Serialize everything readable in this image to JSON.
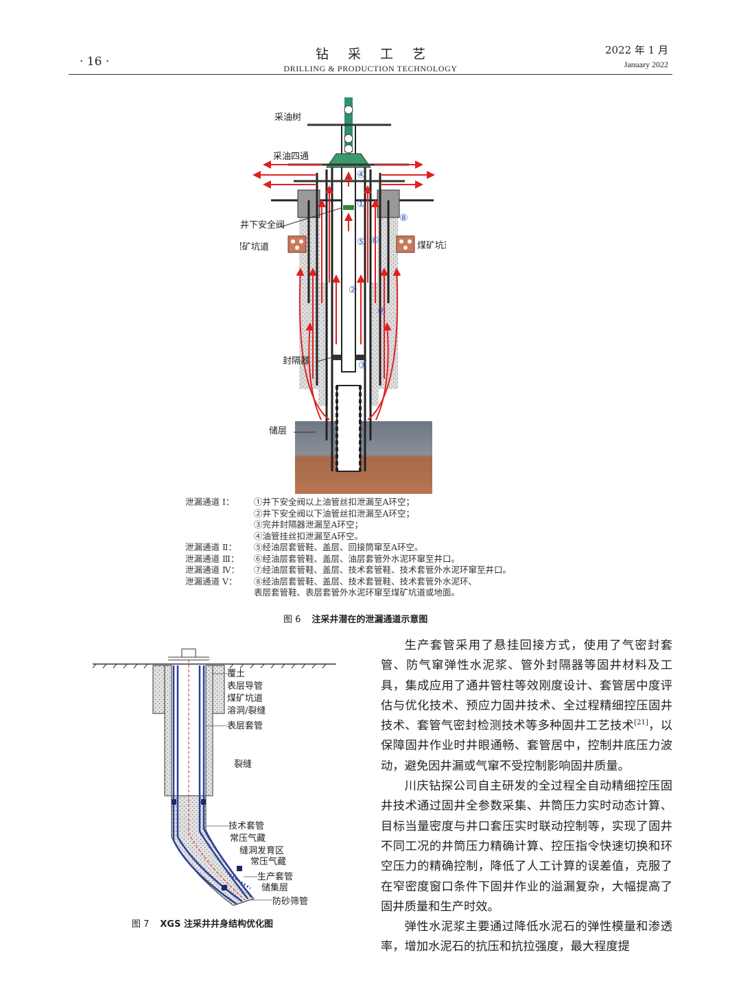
{
  "header": {
    "page_number": "· 16 ·",
    "journal_cn": "钻采工艺",
    "journal_en": "DRILLING & PRODUCTION TECHNOLOGY",
    "date_cn": "2022 年 1 月",
    "date_en": "January 2022"
  },
  "figure6": {
    "labels": {
      "tree": "采油树",
      "cross": "采油四通",
      "safety_valve": "井下安全阀",
      "mine_left": "煤矿坑道",
      "mine_right": "煤矿坑道",
      "packer": "封隔器",
      "reservoir": "储层"
    },
    "markers": [
      "①",
      "②",
      "③",
      "④",
      "⑤",
      "⑥",
      "⑦",
      "⑧"
    ],
    "legend": [
      {
        "label": "泄漏通道 Ⅰ：",
        "text": "①井下安全阀以上油管丝扣泄漏至A环空；"
      },
      {
        "label": "",
        "text": "②井下安全阀以下油管丝扣泄漏至A环空；"
      },
      {
        "label": "",
        "text": "③完井封隔器泄漏至A环空；"
      },
      {
        "label": "",
        "text": "④油管挂丝扣泄漏至A环空。"
      },
      {
        "label": "泄漏通道 Ⅱ：",
        "text": "⑤经油层套管鞋、盖层、回接筒窜至A环空。"
      },
      {
        "label": "泄漏通道 Ⅲ：",
        "text": "⑥经油层套管鞋、盖层、油层套管外水泥环窜至井口。"
      },
      {
        "label": "泄漏通道 Ⅳ：",
        "text": "⑦经油层套管鞋、盖层、技术套管鞋、技术套管外水泥环窜至井口。"
      },
      {
        "label": "泄漏通道 Ⅴ：",
        "text": "⑧经油层套管鞋、盖层、技术套管鞋、技术套管外水泥环、"
      },
      {
        "label": "",
        "text": "表层套管鞋、表层套管外水泥环窜至煤矿坑道或地面。"
      }
    ],
    "caption_num": "图 6",
    "caption": "注采井潜在的泄漏通道示意图"
  },
  "figure7": {
    "labels": [
      "覆土",
      "表层导管",
      "煤矿坑道",
      "溶洞/裂缝",
      "表层套管",
      "裂缝",
      "技术套管",
      "常压气藏",
      "缝洞发育区",
      "常压气藏",
      "生产套管",
      "储集层",
      "防砂筛管"
    ],
    "caption_num": "图 7",
    "caption": "XGS 注采井井身结构优化图"
  },
  "body": {
    "p1_a": "生产套管采用了悬挂回接方式，使用了气密封套管、防气窜弹性水泥浆、管外封隔器等固井材料及工具，集成应用了通井管柱等效刚度设计、套管居中度评估与优化技术、预应力固井技术、全过程精细控压固井技术、套管气密封检测技术等多种固井工艺技术",
    "p1_ref": "[21]",
    "p1_b": "，以保障固井作业时井眼通畅、套管居中，控制井底压力波动，避免因井漏或气窜不受控制影响固井质量。",
    "p2": "川庆钻探公司自主研发的全过程全自动精细控压固井技术通过固井全参数采集、井筒压力实时动态计算、目标当量密度与井口套压实时联动控制等，实现了固井不同工况的井筒压力精确计算、控压指令快速切换和环空压力的精确控制，降低了人工计算的误差值，克服了在窄密度窗口条件下固井作业的溢漏复杂，大幅提高了固井质量和生产时效。",
    "p3": "弹性水泥浆主要通过降低水泥石的弹性模量和渗透率，增加水泥石的抗压和抗拉强度，最大程度提"
  }
}
